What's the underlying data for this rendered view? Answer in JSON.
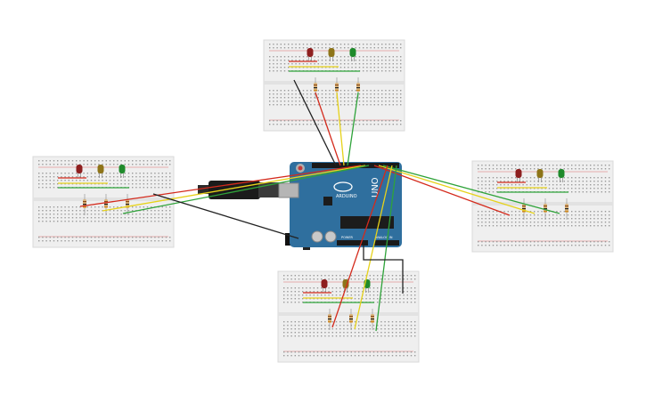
{
  "arduino": {
    "brand": "ARDUINO",
    "model": "UNO",
    "power_label": "POWER",
    "analog_label": "ANALOG IN",
    "board_color": "#2f6f9e"
  },
  "colors": {
    "red_wire": "#d42a1c",
    "yellow_wire": "#e6d21a",
    "green_wire": "#2fa33a",
    "black_wire": "#222222",
    "led_red": "#8e1f1f",
    "led_yellow": "#8e7418",
    "led_green": "#1f8a2b",
    "breadboard": "#efefef"
  },
  "breadboards": [
    {
      "id": "top",
      "leds": [
        "red",
        "yellow",
        "green"
      ]
    },
    {
      "id": "left",
      "leds": [
        "red",
        "yellow",
        "green"
      ]
    },
    {
      "id": "right",
      "leds": [
        "red",
        "yellow",
        "green"
      ]
    },
    {
      "id": "bottom",
      "leds": [
        "red",
        "yellow",
        "green"
      ]
    }
  ]
}
